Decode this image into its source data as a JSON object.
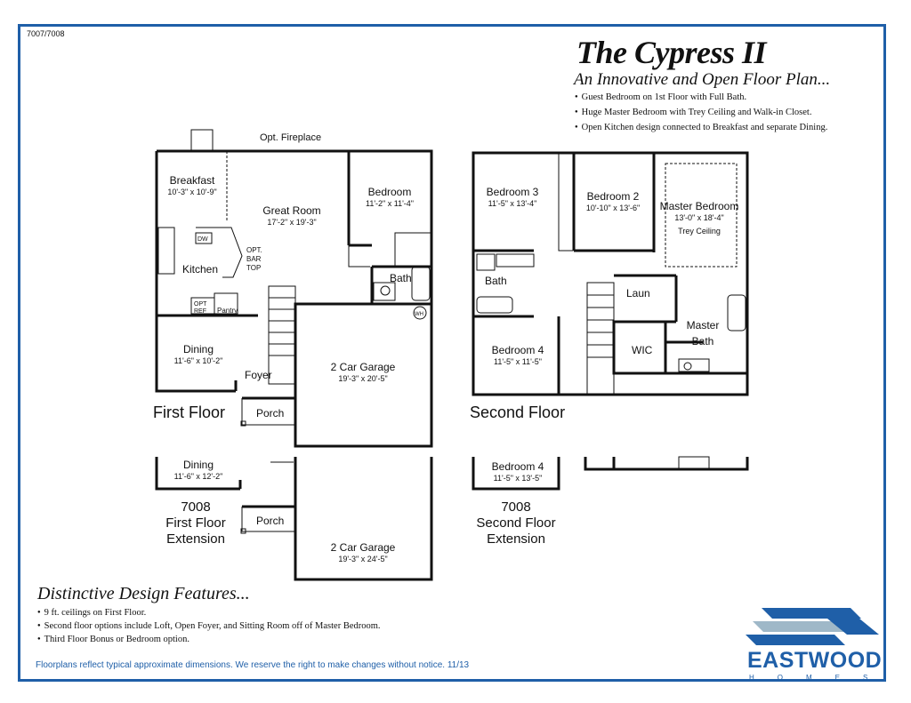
{
  "plan_code": "7007/7008",
  "title": "The Cypress II",
  "subtitle": "An Innovative and Open Floor Plan...",
  "highlights": [
    "Guest Bedroom on 1st Floor with Full Bath.",
    "Huge Master Bedroom with Trey Ceiling and Walk-in Closet.",
    "Open Kitchen design connected to Breakfast and separate Dining."
  ],
  "first_floor": {
    "heading": "First Floor",
    "opt_fireplace": "Opt. Fireplace",
    "breakfast": {
      "name": "Breakfast",
      "dims": "10'-3\" x 10'-9\""
    },
    "great_room": {
      "name": "Great Room",
      "dims": "17'-2\" x 19'-3\""
    },
    "bedroom": {
      "name": "Bedroom",
      "dims": "11'-2\" x 11'-4\""
    },
    "kitchen": "Kitchen",
    "dw": "DW",
    "opt_bar_top": [
      "OPT.",
      "BAR",
      "TOP"
    ],
    "opt_ref": [
      "OPT",
      "REF"
    ],
    "pantry": "Pantry",
    "bath": "Bath",
    "wh": "WH",
    "dining": {
      "name": "Dining",
      "dims": "11'-6\" x 10'-2\""
    },
    "foyer": "Foyer",
    "garage": {
      "name": "2 Car Garage",
      "dims": "19'-3\" x 20'-5\""
    },
    "porch": "Porch"
  },
  "second_floor": {
    "heading": "Second Floor",
    "bedroom3": {
      "name": "Bedroom 3",
      "dims": "11'-5\" x 13'-4\""
    },
    "bedroom2": {
      "name": "Bedroom 2",
      "dims": "10'-10\" x 13'-6\""
    },
    "master_bedroom": {
      "name": "Master Bedroom",
      "dims": "13'-0\" x 18'-4\"",
      "note": "Trey Ceiling"
    },
    "bath": "Bath",
    "laun": "Laun",
    "master_bath": [
      "Master",
      "Bath"
    ],
    "wic": "WIC",
    "bedroom4": {
      "name": "Bedroom 4",
      "dims": "11'-5\" x 11'-5\""
    }
  },
  "ext_first": {
    "dining": {
      "name": "Dining",
      "dims": "11'-6\" x 12'-2\""
    },
    "label": [
      "7008",
      "First Floor",
      "Extension"
    ],
    "porch": "Porch",
    "garage": {
      "name": "2 Car Garage",
      "dims": "19'-3\" x 24'-5\""
    }
  },
  "ext_second": {
    "bedroom4": {
      "name": "Bedroom 4",
      "dims": "11'-5\" x 13'-5\""
    },
    "label": [
      "7008",
      "Second Floor",
      "Extension"
    ]
  },
  "features_title": "Distinctive Design Features...",
  "features": [
    "9 ft. ceilings on First Floor.",
    "Second floor options include Loft, Open Foyer, and Sitting Room off of Master Bedroom.",
    "Third Floor Bonus or Bedroom option."
  ],
  "disclaimer": "Floorplans reflect typical approximate dimensions. We reserve the right to make changes without notice. 11/13",
  "logo": {
    "word": "EASTWOOD",
    "sub": "HOMES",
    "brand_color": "#1f5fa8",
    "light_color": "#9fb8c8"
  }
}
